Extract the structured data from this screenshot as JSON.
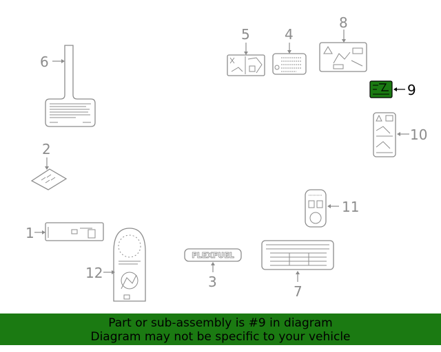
{
  "diagram": {
    "highlight_color": "#1b7a12",
    "line_color": "#8c8c8c",
    "highlighted_callout": "9",
    "callouts": [
      {
        "id": "1",
        "label": "1"
      },
      {
        "id": "2",
        "label": "2"
      },
      {
        "id": "3",
        "label": "3"
      },
      {
        "id": "4",
        "label": "4"
      },
      {
        "id": "5",
        "label": "5"
      },
      {
        "id": "6",
        "label": "6"
      },
      {
        "id": "7",
        "label": "7"
      },
      {
        "id": "8",
        "label": "8"
      },
      {
        "id": "9",
        "label": "9"
      },
      {
        "id": "10",
        "label": "10"
      },
      {
        "id": "11",
        "label": "11"
      },
      {
        "id": "12",
        "label": "12"
      }
    ],
    "flexfuel_text": "FLEXFUEL"
  },
  "banner": {
    "line1": "Part or sub-assembly is #9 in diagram",
    "line2": "Diagram may not be specific to your vehicle",
    "background": "#1b7a12"
  }
}
